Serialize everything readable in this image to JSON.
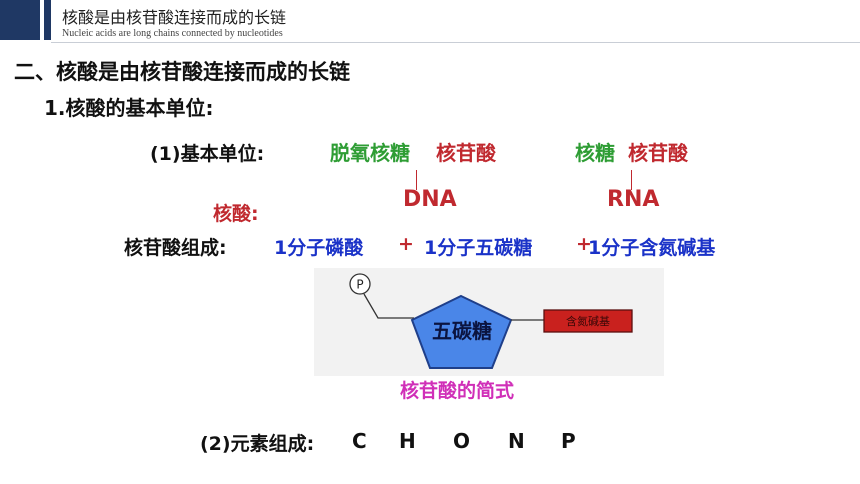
{
  "header": {
    "title": "核酸是由核苷酸连接而成的长链",
    "subtitle": "Nucleic acids are long chains connected by nucleotides"
  },
  "section": {
    "title": "二、核酸是由核苷酸连接而成的长链",
    "subheading": "1.核酸的基本单位:"
  },
  "basic_unit": {
    "label": "(1)基本单位:",
    "deoxyribose": "脱氧核糖",
    "nucleotide_1": "核苷酸",
    "ribose": "核糖",
    "nucleotide_2": "核苷酸",
    "nucleic_acid_label": "核酸:",
    "dna": "DNA",
    "rna": "RNA"
  },
  "composition": {
    "label": "核苷酸组成:",
    "part1": "1分子磷酸",
    "plus1": "+",
    "part2": "1分子五碳糖",
    "plus2": "+",
    "part3": "1分子含氮碱基"
  },
  "diagram": {
    "phosphate_symbol": "P",
    "sugar_label": "五碳糖",
    "base_label": "含氮碱基",
    "caption": "核苷酸的简式"
  },
  "elements": {
    "label": "(2)元素组成:",
    "list": [
      "C",
      "H",
      "O",
      "N",
      "P"
    ]
  },
  "colors": {
    "header_bar": "#1f3864",
    "green": "#2e9d34",
    "crimson": "#c0292f",
    "blue": "#1a32c8",
    "magenta": "#d02fb8",
    "pentagon_fill": "#4a86e8",
    "base_box": "#c9211e"
  }
}
